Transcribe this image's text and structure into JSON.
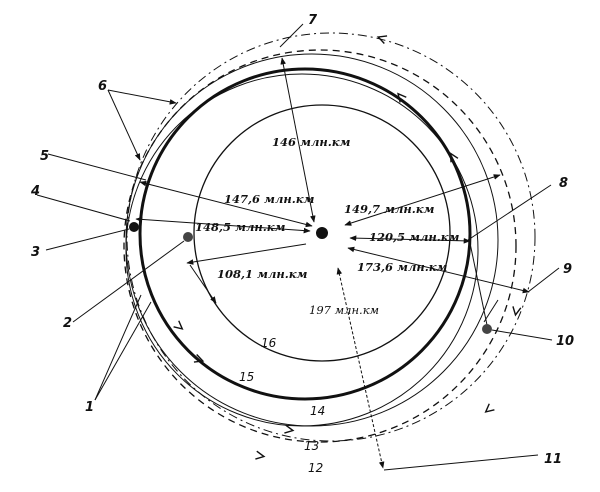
{
  "distances": {
    "d146": "146 млн.км",
    "d147_6": "147,6 млн.км",
    "d148_5": "148,5 млн.км",
    "d149_7": "149,7 млн.км",
    "d120_5": "120,5 млн.км",
    "d173_6": "173,6 млн.км",
    "d108_1": "108,1 млн.км",
    "d197": "197 млн.км"
  },
  "callouts": [
    "1",
    "2",
    "3",
    "4",
    "5",
    "6",
    "7",
    "8",
    "9",
    "10",
    "11"
  ],
  "ring_numbers": [
    "12",
    "13",
    "14",
    "15",
    "16"
  ],
  "colors": {
    "ink": "#111111",
    "paper": "#ffffff"
  }
}
